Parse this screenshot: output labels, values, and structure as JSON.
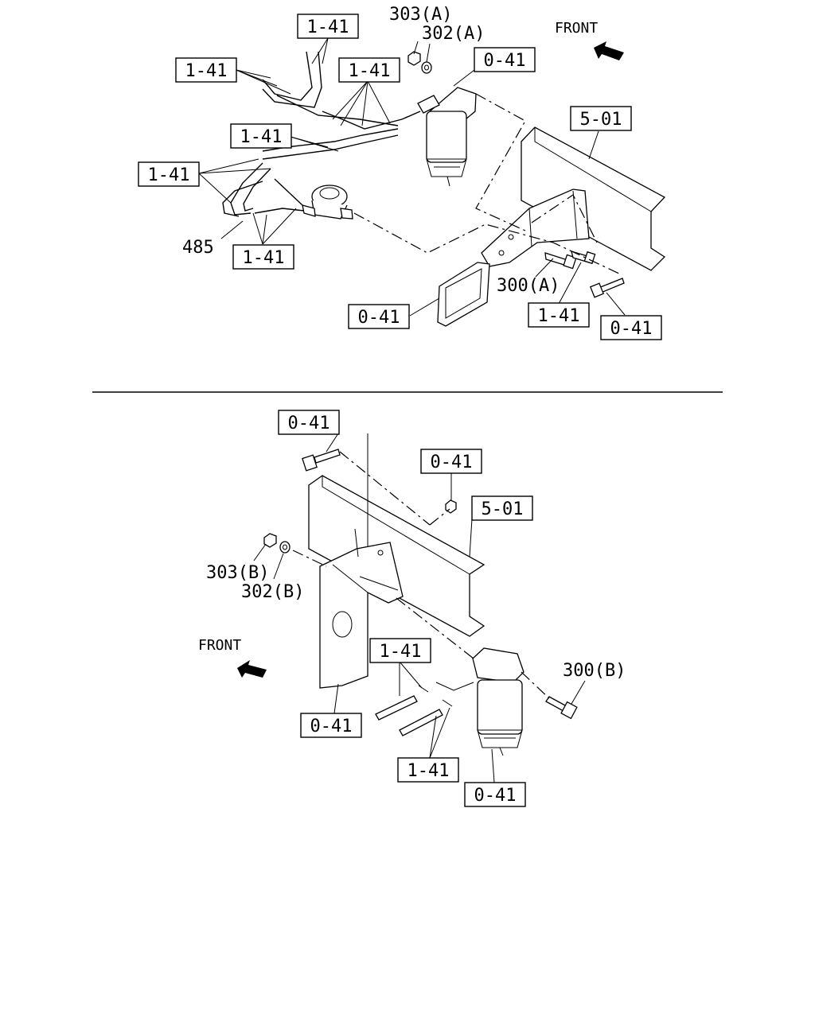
{
  "upper": {
    "front": "FRONT",
    "ref_labels": [
      "1-41",
      "1-41",
      "1-41",
      "0-41",
      "5-01",
      "1-41",
      "1-41",
      "1-41",
      "0-41",
      "1-41",
      "0-41"
    ],
    "part_numbers": [
      "303(A)",
      "302(A)",
      "485",
      "300(A)"
    ]
  },
  "lower": {
    "front": "FRONT",
    "ref_labels": [
      "0-41",
      "0-41",
      "5-01",
      "1-41",
      "0-41",
      "1-41",
      "0-41"
    ],
    "part_numbers": [
      "303(B)",
      "302(B)",
      "300(B)"
    ]
  }
}
